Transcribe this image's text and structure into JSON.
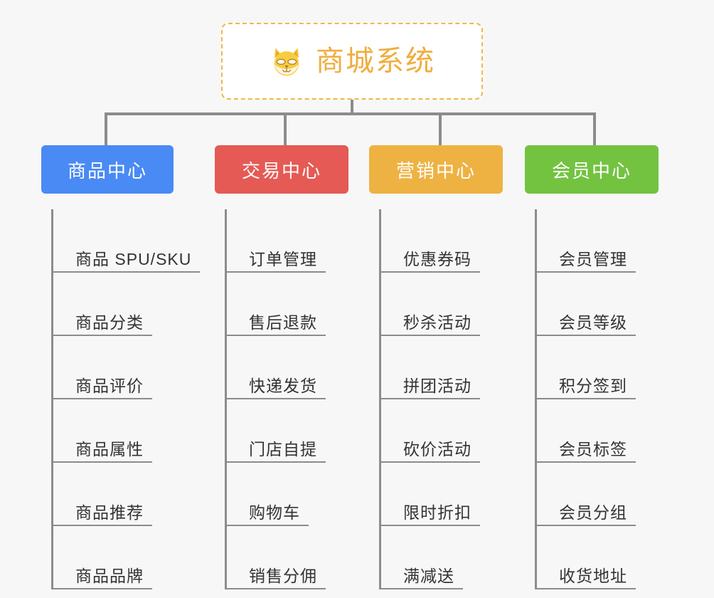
{
  "root": {
    "title": "商城系统",
    "icon": "shiba-dog-emoji",
    "border_color": "#f0b84a",
    "title_color": "#f0ad3e",
    "background": "#ffffff"
  },
  "canvas": {
    "background": "#f7f7f7",
    "connector_color": "#8c8c8c"
  },
  "columns": [
    {
      "header": "商品中心",
      "color": "#4a8af4",
      "items": [
        "商品 SPU/SKU",
        "商品分类",
        "商品评价",
        "商品属性",
        "商品推荐",
        "商品品牌"
      ]
    },
    {
      "header": "交易中心",
      "color": "#e55a55",
      "items": [
        "订单管理",
        "售后退款",
        "快递发货",
        "门店自提",
        "购物车",
        "销售分佣"
      ]
    },
    {
      "header": "营销中心",
      "color": "#eeb242",
      "items": [
        "优惠券码",
        "秒杀活动",
        "拼团活动",
        "砍价活动",
        "限时折扣",
        "满减送"
      ]
    },
    {
      "header": "会员中心",
      "color": "#73c341",
      "items": [
        "会员管理",
        "会员等级",
        "积分签到",
        "会员标签",
        "会员分组",
        "收货地址"
      ]
    }
  ]
}
